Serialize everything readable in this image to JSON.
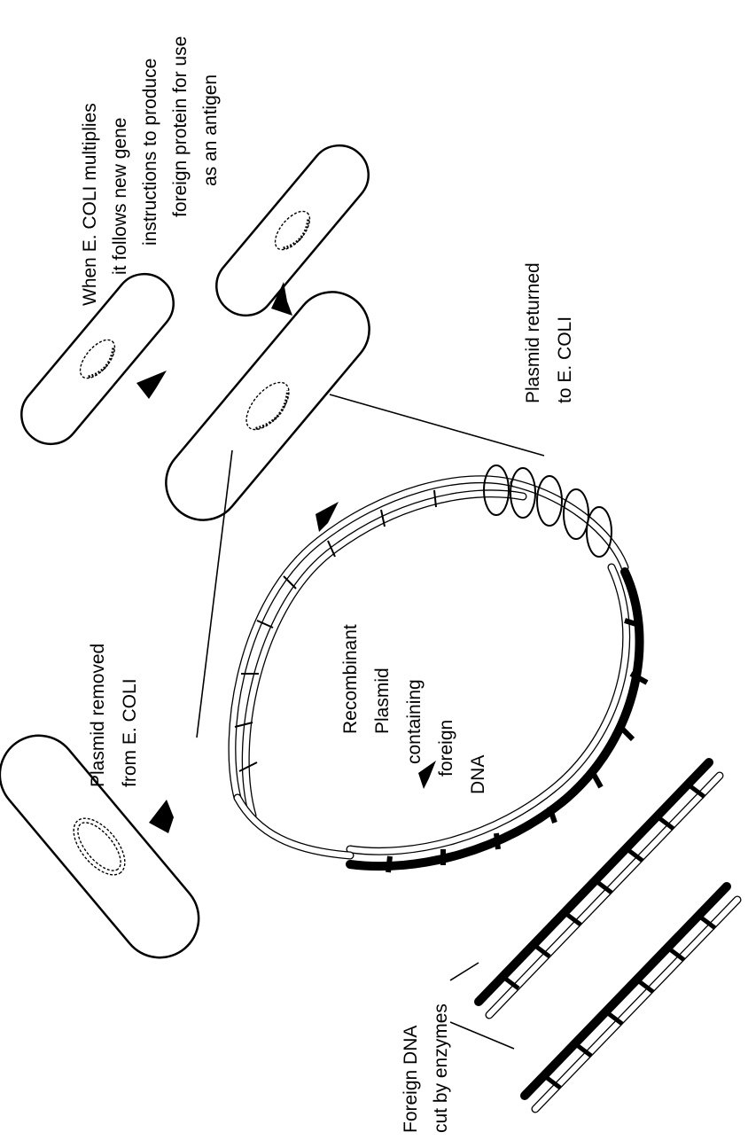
{
  "labels": {
    "removed": [
      "Plasmid  removed",
      "from E. COLI"
    ],
    "multiplies": [
      "When E. COLI multiplies",
      "it follows new gene",
      "instructions to produce",
      "foreign protein for use",
      "as an antigen"
    ],
    "returned": [
      "Plasmid returned",
      "to E. COLI"
    ],
    "recombinant": [
      "Recombinant",
      "Plasmid",
      "containing",
      "foreign",
      "DNA"
    ],
    "foreign_dna": [
      "Foreign DNA",
      "cut by enzymes"
    ]
  },
  "colors": {
    "ink": "#000000",
    "paper": "#ffffff"
  }
}
